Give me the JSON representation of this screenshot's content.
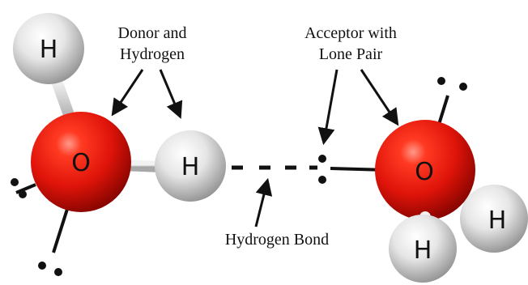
{
  "labels": {
    "donor_line1": "Donor and",
    "donor_line2": "Hydrogen",
    "acceptor_line1": "Acceptor with",
    "acceptor_line2": "Lone Pair",
    "hbond": "Hydrogen Bond"
  },
  "atoms": {
    "donor_top_h": "H",
    "donor_o": "O",
    "donor_bonded_h": "H",
    "acceptor_o": "O",
    "acceptor_h_front": "H",
    "acceptor_h_back": "H"
  },
  "colors": {
    "oxygen": "#e0140a",
    "hydrogen": "#e6e6e6",
    "bond": "#111111"
  }
}
